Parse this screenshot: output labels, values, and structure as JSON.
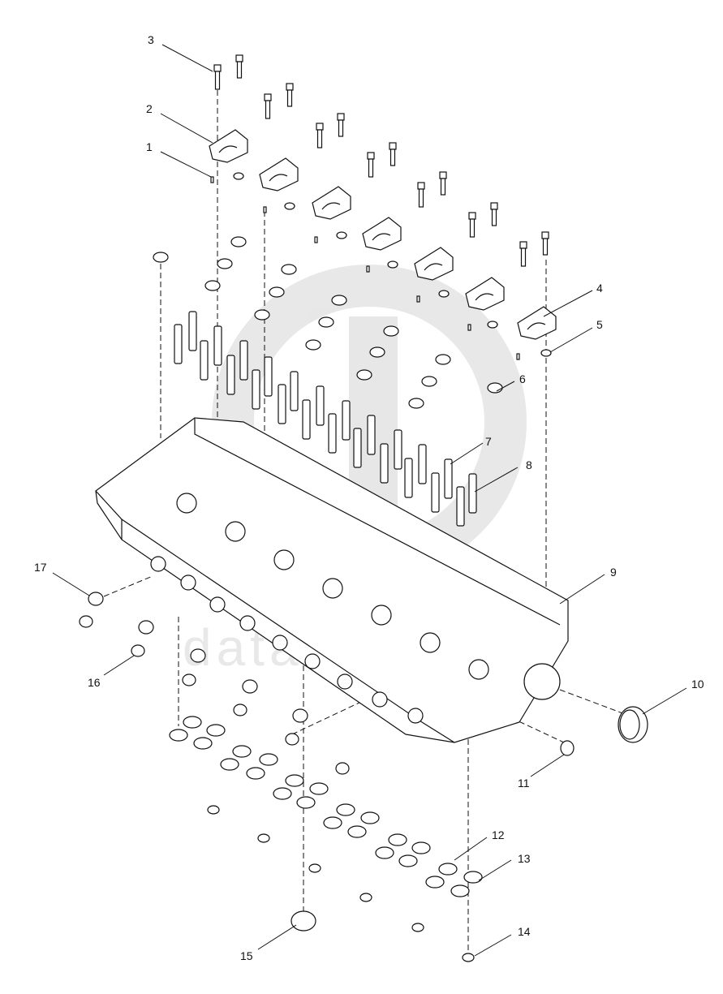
{
  "diagram": {
    "callouts": [
      {
        "id": "3",
        "label": "3"
      },
      {
        "id": "2",
        "label": "2"
      },
      {
        "id": "1",
        "label": "1"
      },
      {
        "id": "4",
        "label": "4"
      },
      {
        "id": "5",
        "label": "5"
      },
      {
        "id": "6",
        "label": "6"
      },
      {
        "id": "7",
        "label": "7"
      },
      {
        "id": "8",
        "label": "8"
      },
      {
        "id": "9",
        "label": "9"
      },
      {
        "id": "10",
        "label": "10"
      },
      {
        "id": "11",
        "label": "11"
      },
      {
        "id": "12",
        "label": "12"
      },
      {
        "id": "13",
        "label": "13"
      },
      {
        "id": "14",
        "label": "14"
      },
      {
        "id": "15",
        "label": "15"
      },
      {
        "id": "16",
        "label": "16"
      },
      {
        "id": "17",
        "label": "17"
      }
    ],
    "watermark": {
      "text": "data-parts"
    }
  }
}
